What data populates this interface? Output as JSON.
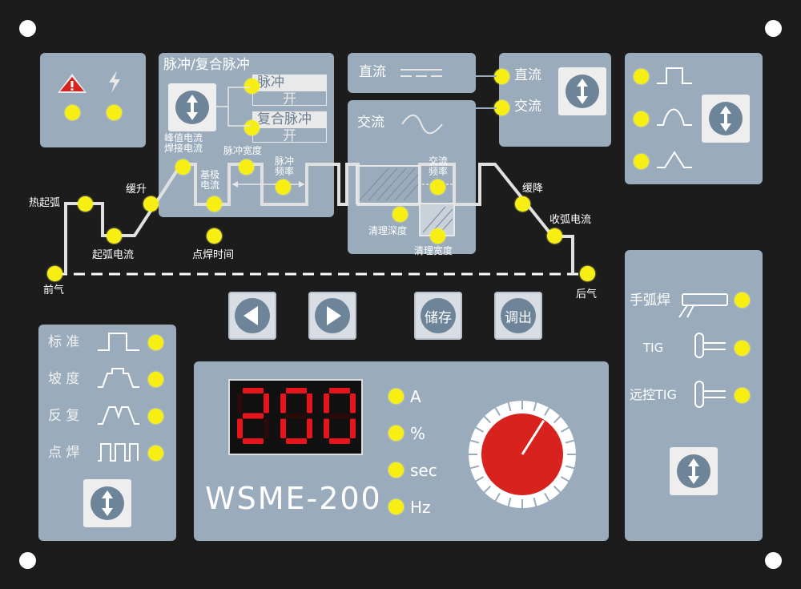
{
  "display": {
    "value": "200",
    "model": "WSME-200"
  },
  "units": [
    "A",
    "%",
    "sec",
    "Hz"
  ],
  "pulse": {
    "title": "脉冲/复合脉冲",
    "pulse_label": "脉冲",
    "pulse_on": "开",
    "compound_label": "复合脉冲",
    "compound_on": "开"
  },
  "dc_ac": {
    "dc_label": "直流",
    "ac_label": "交流",
    "dc_sel": "直流",
    "ac_sel": "交流"
  },
  "curve": {
    "preflow": "前气",
    "hot_start": "热起弧",
    "start_current": "起弧电流",
    "upslope": "缓升",
    "peak_line1": "峰值电流",
    "peak_line2": "焊接电流",
    "pulse_width": "脉冲宽度",
    "base_line1": "基极",
    "base_line2": "电流",
    "freq_line1": "脉冲",
    "freq_line2": "频率",
    "spot_time": "点焊时间",
    "ac_freq_line1": "交流",
    "ac_freq_line2": "频率",
    "clean_depth": "清理深度",
    "clean_width": "清理宽度",
    "downslope": "缓降",
    "crater_current": "收弧电流",
    "postflow": "后气"
  },
  "buttons": {
    "store": "储存",
    "recall": "调出"
  },
  "modes": [
    {
      "label": "标 准"
    },
    {
      "label": "坡 度"
    },
    {
      "label": "反 复"
    },
    {
      "label": "点 焊"
    }
  ],
  "processes": [
    {
      "label": "手弧焊"
    },
    {
      "label": "TIG"
    },
    {
      "label": "远控TIG"
    }
  ],
  "colors": {
    "panel": "#1c1c1c",
    "box": "#9aabbc",
    "led": "#f7ef14",
    "segment": "#e8141c",
    "knob": "#d8221e"
  },
  "icons": {
    "warning": "warning-triangle-icon",
    "power": "lightning-icon"
  },
  "knob_value": 0.62
}
